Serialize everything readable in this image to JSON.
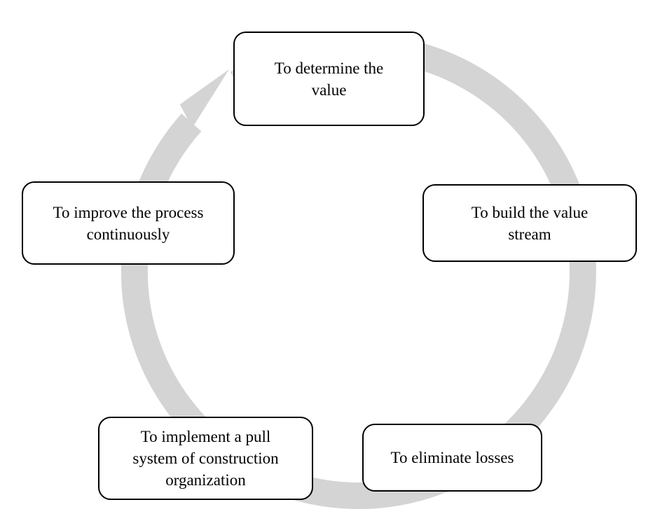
{
  "colors": {
    "ring": "#d4d4d4",
    "box_border": "#000000",
    "box_fill": "#ffffff",
    "text": "#000000"
  },
  "steps": [
    {
      "label": "To determine the\nvalue"
    },
    {
      "label": "To build the value\nstream"
    },
    {
      "label": "To eliminate  losses"
    },
    {
      "label": "To implement  a pull\nsystem of construction\norganization"
    },
    {
      "label": "To improve the process\ncontinuously"
    }
  ]
}
